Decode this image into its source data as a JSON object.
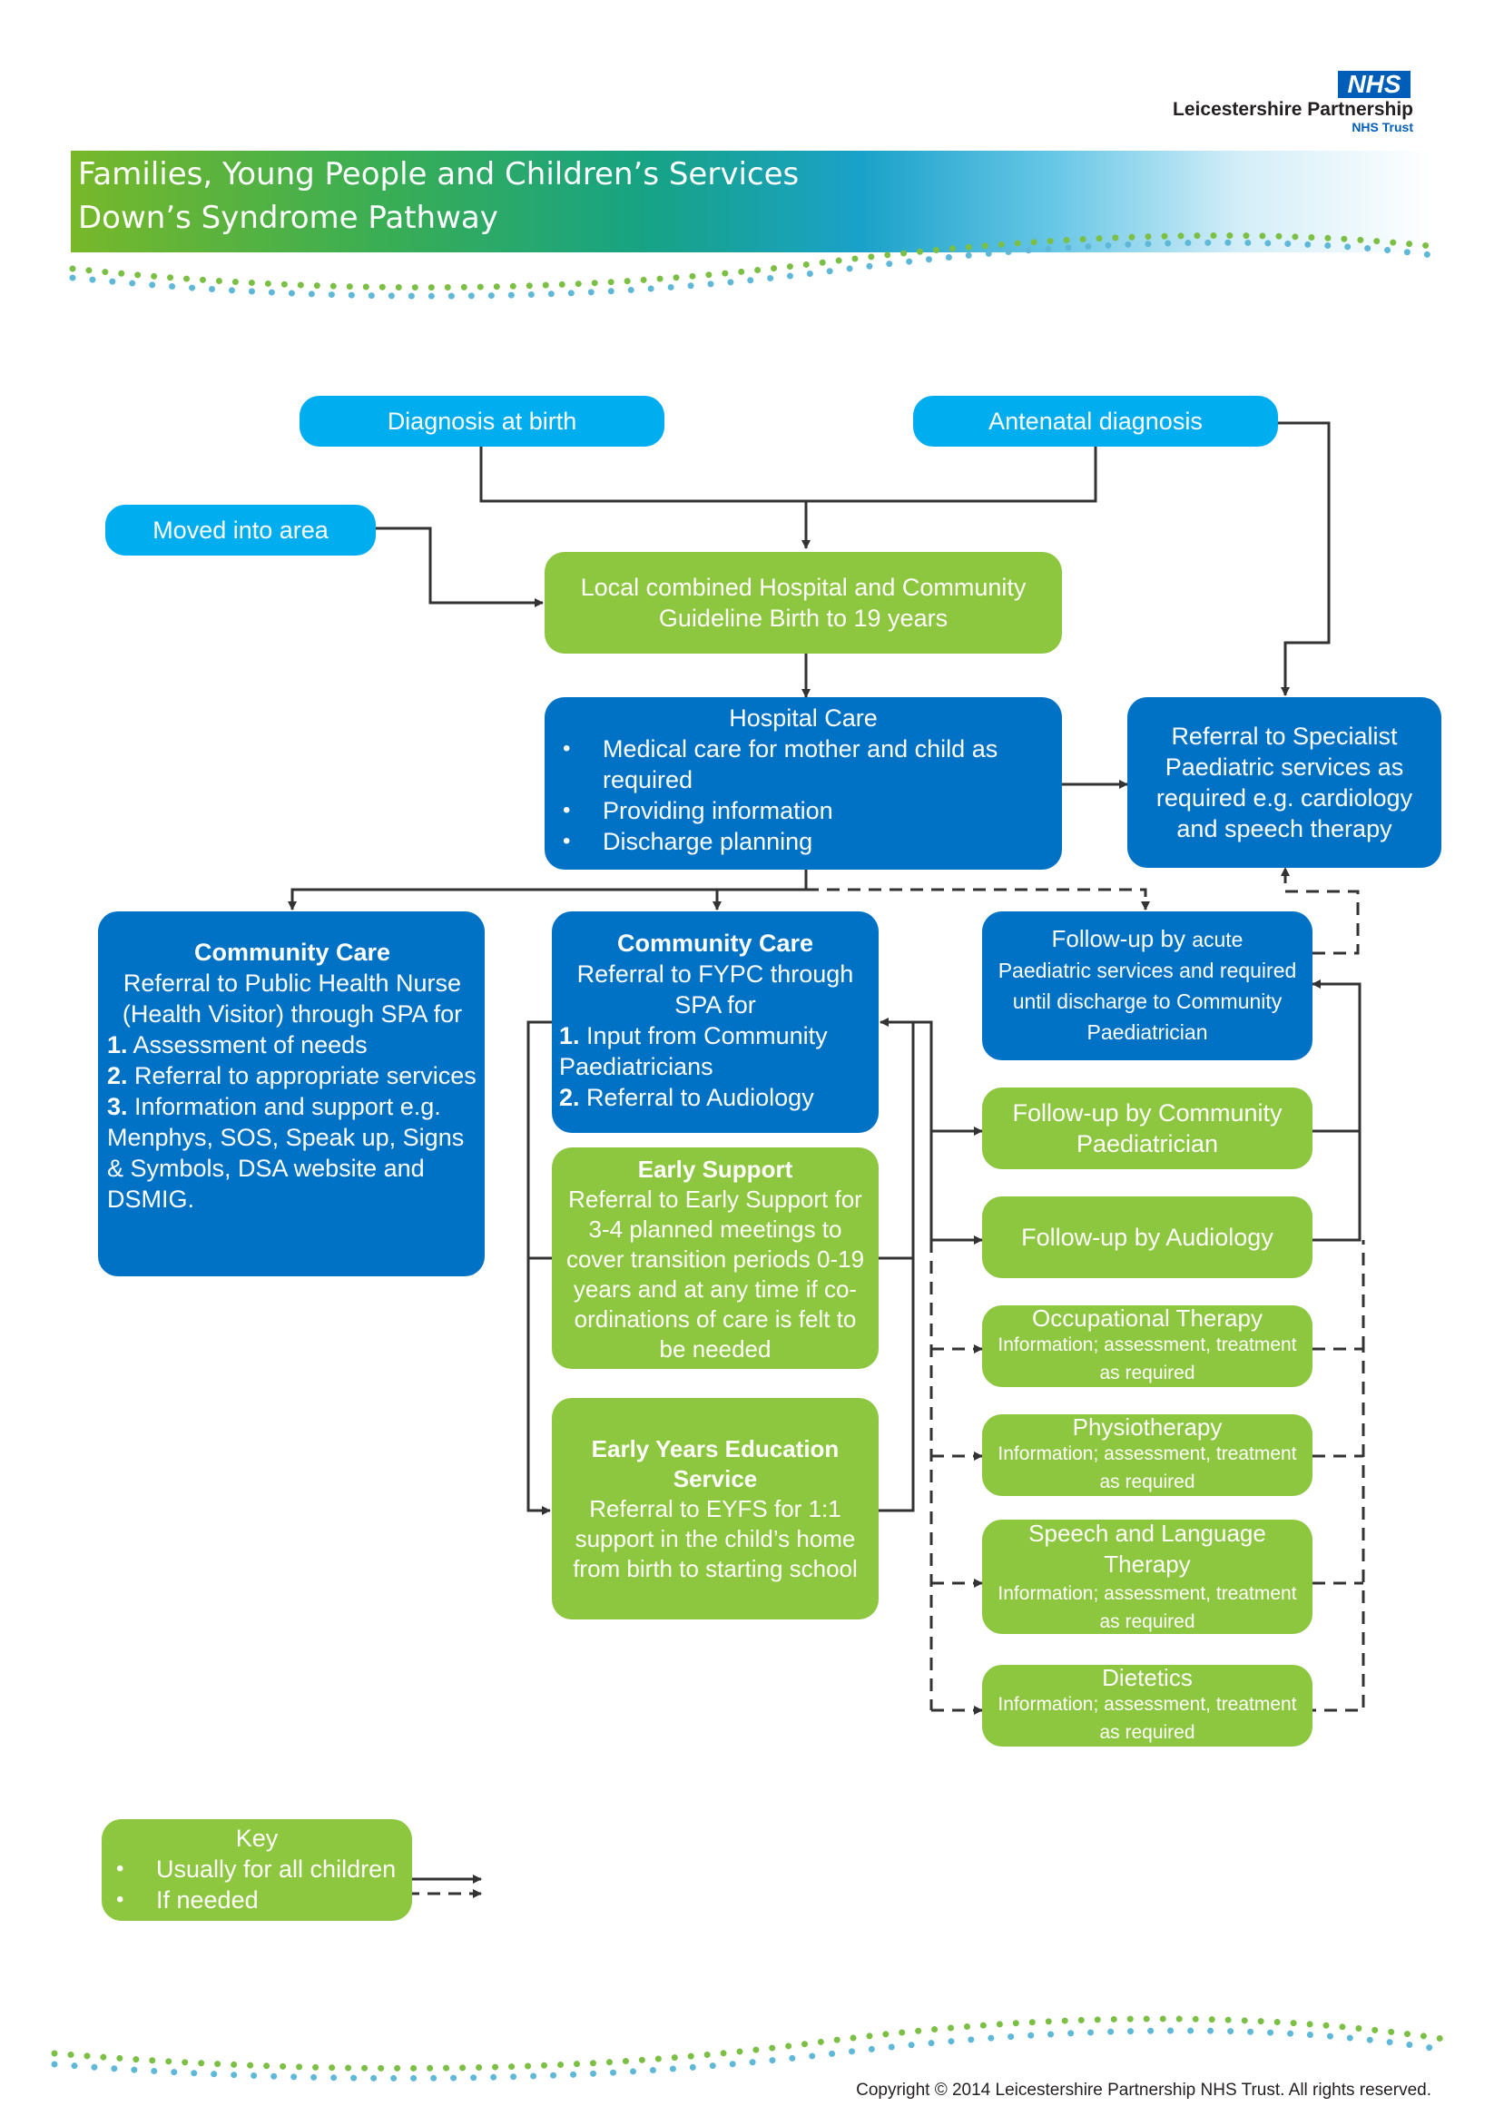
{
  "header": {
    "logo_text": "NHS",
    "org_name": "Leicestershire Partnership",
    "org_sub": "NHS Trust",
    "title_line1": "Families, Young People and Children’s Services",
    "title_line2": "Down’s Syndrome Pathway"
  },
  "colors": {
    "light_blue": "#00aeef",
    "green": "#8dc63f",
    "dark_blue": "#0072c6",
    "connector": "#333333"
  },
  "nodes": {
    "diagnosis_birth": "Diagnosis at birth",
    "antenatal": "Antenatal diagnosis",
    "moved": "Moved into area",
    "guideline": "Local combined Hospital and Community Guideline Birth to 19 years",
    "hospital": {
      "title": "Hospital Care",
      "items": [
        "Medical care for mother and child as required",
        "Providing information",
        "Discharge planning"
      ]
    },
    "specialist": "Referral to Specialist Paediatric services as required e.g. cardiology and speech therapy",
    "community_hv": {
      "title": "Community Care",
      "intro": "Referral to Public Health Nurse (Health Visitor) through SPA for",
      "items": [
        {
          "num": "1.",
          "text": "Assessment of needs"
        },
        {
          "num": "2.",
          "text": "Referral to appropriate services"
        },
        {
          "num": "3.",
          "text": "Information and support e.g. Menphys, SOS, Speak up, Signs & Symbols, DSA website and DSMIG."
        }
      ]
    },
    "community_fypc": {
      "title": "Community Care",
      "intro": "Referral to FYPC through SPA for",
      "items": [
        {
          "num": "1.",
          "text": "Input from Community Paediatricians"
        },
        {
          "num": "2.",
          "text": "Referral to Audiology"
        }
      ]
    },
    "early_support": {
      "title": "Early Support",
      "text": "Referral to Early Support for 3-4 planned meetings to cover transition periods 0-19 years and at any time if co-ordinations of care is felt to be needed"
    },
    "eyes": {
      "title": "Early Years Education Service",
      "text": "Referral to EYFS for 1:1 support in the child’s home from birth to starting school"
    },
    "followup_acute": {
      "line1": "Follow-up by",
      "line1b": "acute",
      "rest": "Paediatric services and required until discharge to Community Paediatrician"
    },
    "followup_comm": "Follow-up by Community Paediatrician",
    "followup_audiology": "Follow-up by Audiology",
    "ot": {
      "title": "Occupational Therapy",
      "sub": "Information; assessment, treatment as required"
    },
    "physio": {
      "title": "Physiotherapy",
      "sub": "Information; assessment, treatment as required"
    },
    "salt": {
      "title": "Speech and Language Therapy",
      "sub": "Information; assessment, treatment as required"
    },
    "dietetics": {
      "title": "Dietetics",
      "sub": "Information; assessment, treatment as required"
    }
  },
  "key": {
    "title": "Key",
    "solid_label": "Usually for all children",
    "dashed_label": "If needed"
  },
  "footer": {
    "copyright": "Copyright © 2014 Leicestershire Partnership NHS Trust. All rights reserved."
  }
}
